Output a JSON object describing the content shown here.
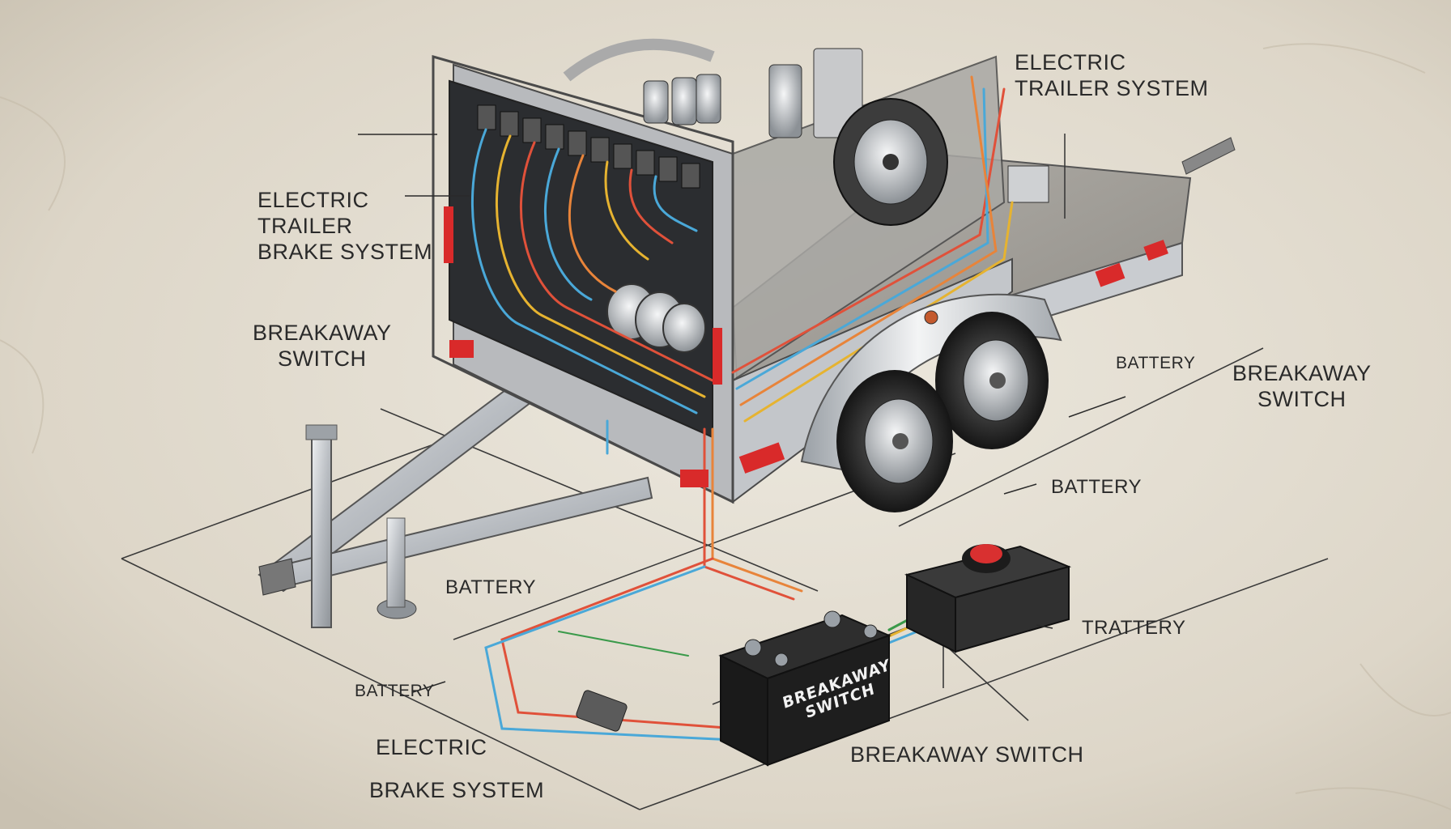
{
  "diagram": {
    "subject": "electric trailer brake wiring",
    "labels": {
      "electric_trailer_system": [
        "ELECTRIC",
        "TRAILER SYSTEM"
      ],
      "electric_trailer_brake_system": [
        "ELECTRIC",
        "TRAILER",
        "BRAKE SYSTEM"
      ],
      "breakaway_switch_left": [
        "BREAKAWAY",
        "SWITCH"
      ],
      "battery_upper_right": "BATTERY",
      "breakaway_switch_right": [
        "BREAKAWAY",
        "SWITCH"
      ],
      "battery_center": "BATTERY",
      "battery_hitch": "BATTERY",
      "trattery": "TRATTERY",
      "battery_lower_left": "BATTERY",
      "electric_brake_system": [
        "ELECTRIC",
        "BRAKE SYSTEM"
      ],
      "breakaway_switch_bottom": "BREAKAWAY SWITCH",
      "battery_box_print": [
        "BREAKAWAY",
        "SWITCH"
      ]
    },
    "colors": {
      "background": "#e2dccf",
      "metal": "#c9ccd0",
      "wire_red": "#e0513a",
      "wire_blue": "#4aa8d8",
      "wire_yellow": "#e6b330",
      "wire_orange": "#e8843a",
      "reflector": "#d92a2a",
      "battery": "#1e1e1e",
      "button": "#d93030"
    }
  }
}
